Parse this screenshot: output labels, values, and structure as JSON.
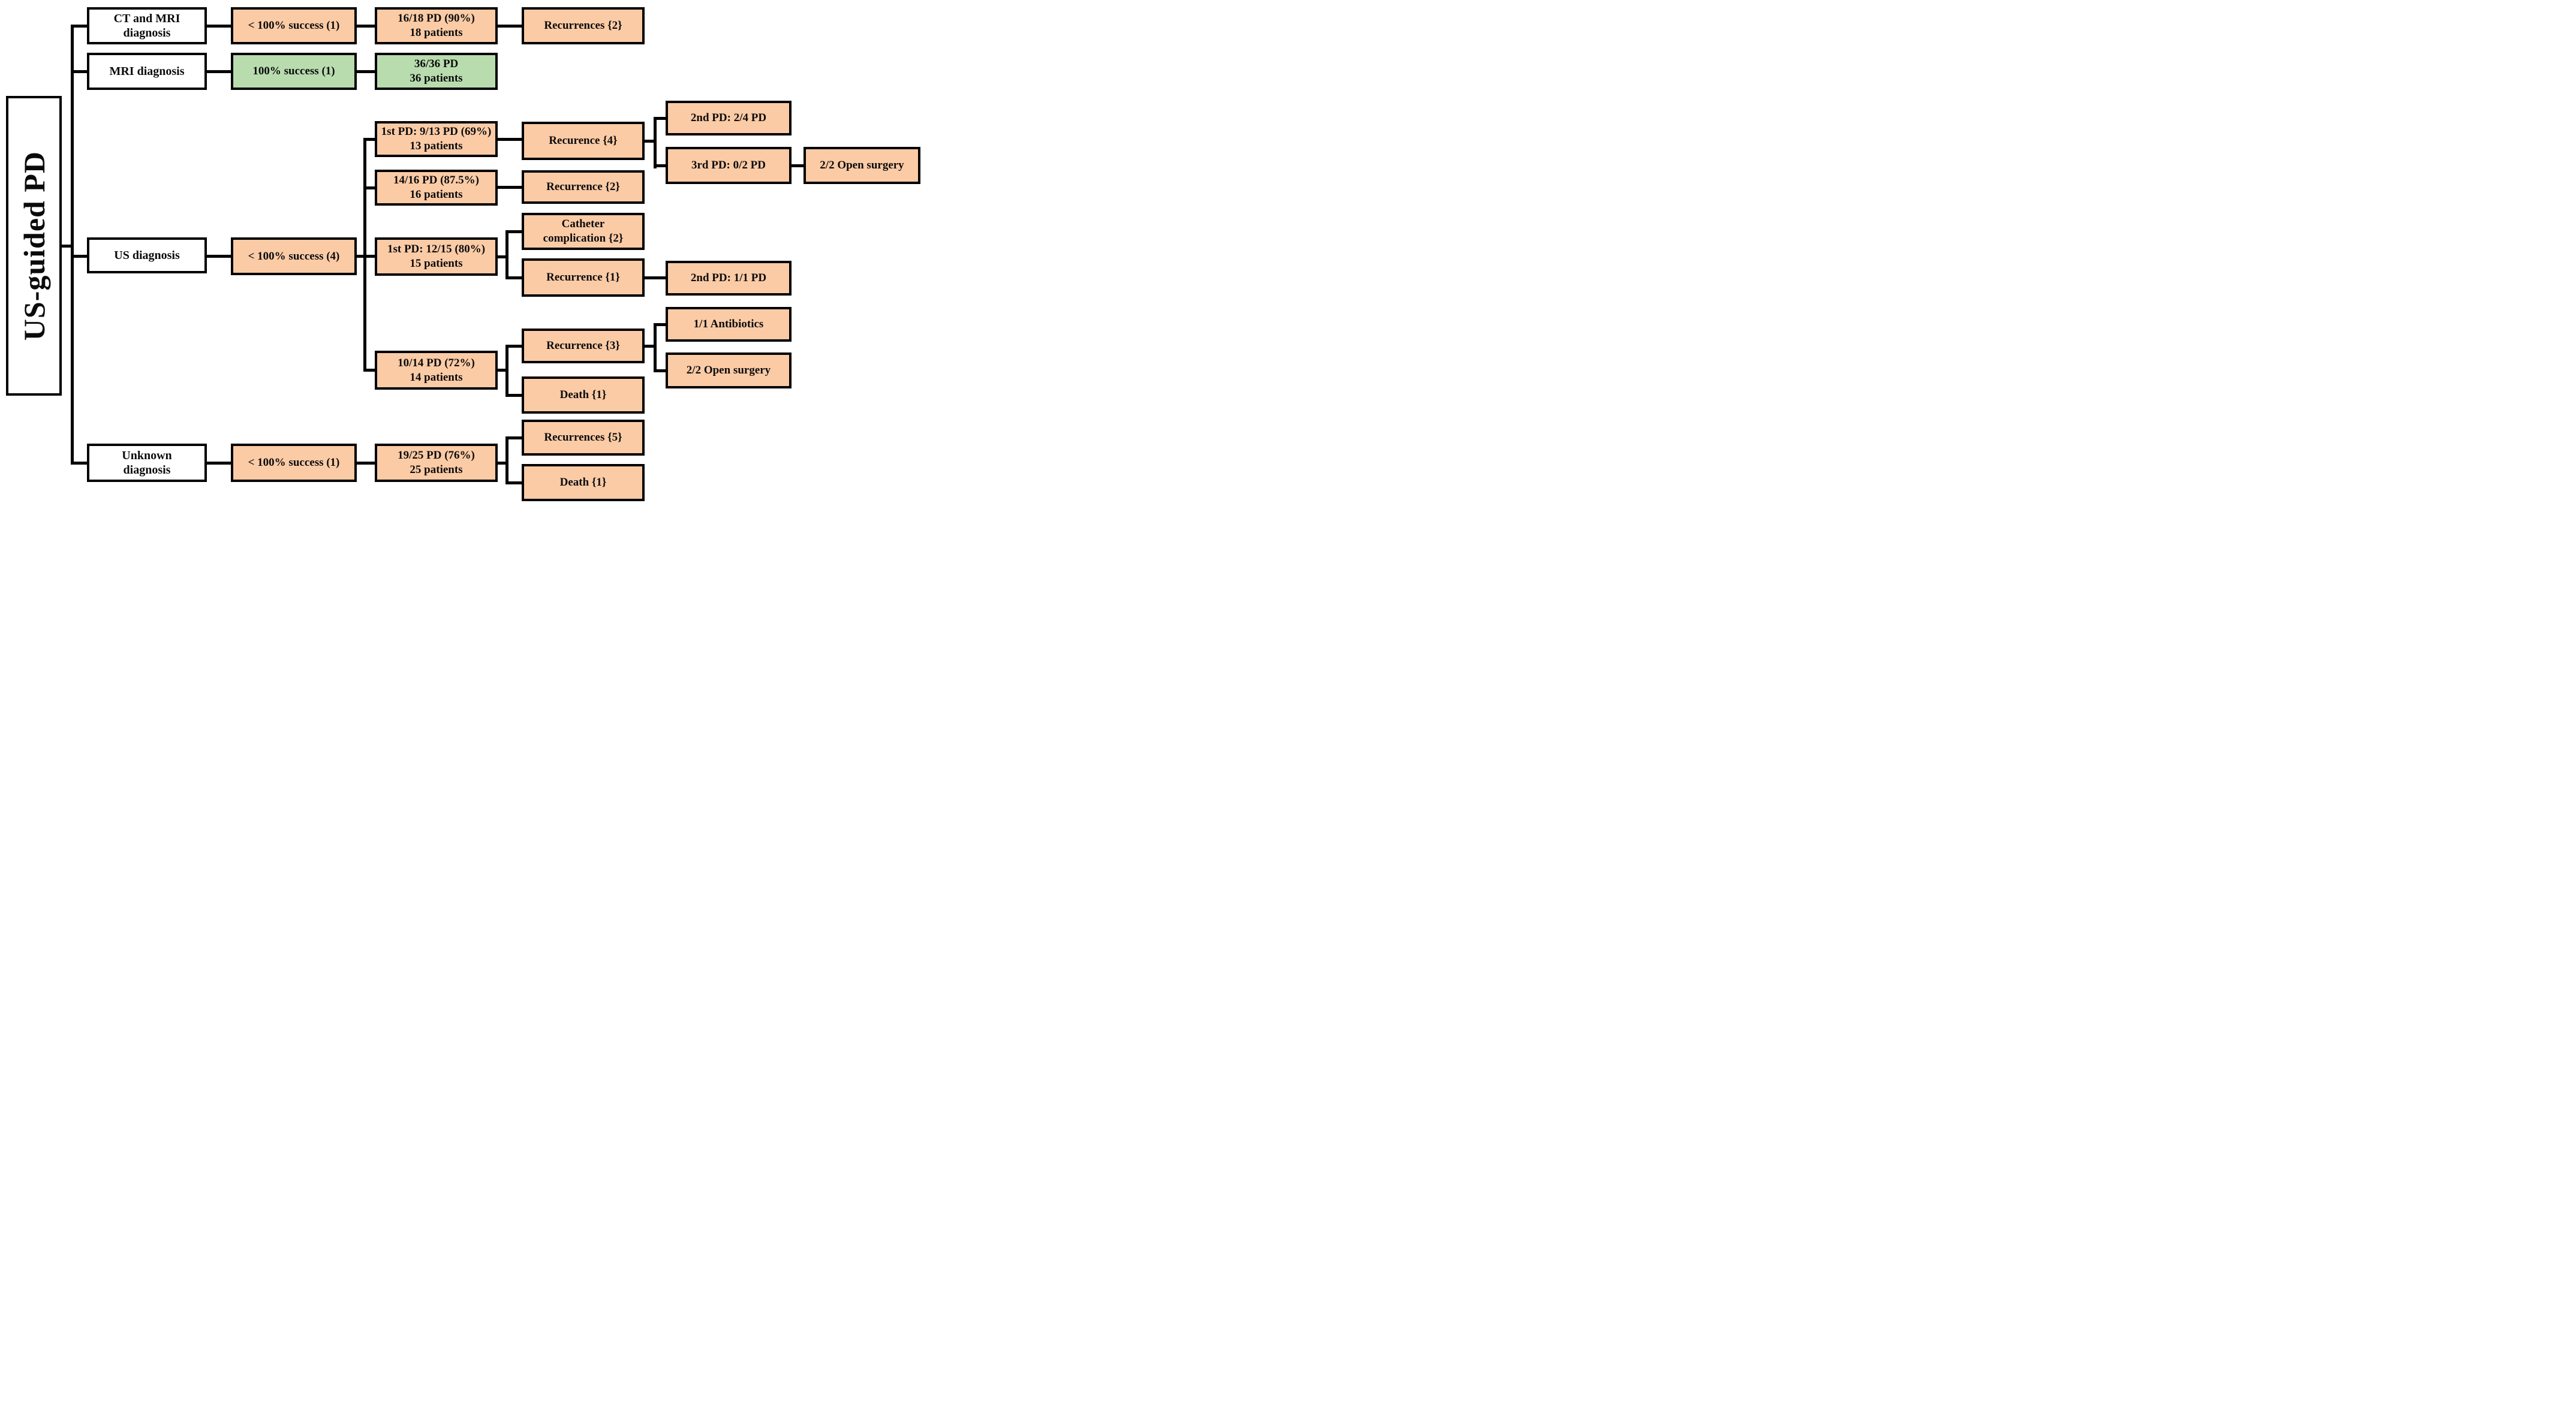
{
  "figure": {
    "root_label": "US-guided PD",
    "nodes": {
      "ct_mri": {
        "line1": "CT and MRI",
        "line2": "diagnosis"
      },
      "ct_success": {
        "label": "< 100% success (1)"
      },
      "ct_pd": {
        "line1": "16/18 PD (90%)",
        "line2": "18 patients"
      },
      "ct_rec": {
        "label": "Recurrences {2}"
      },
      "mri": {
        "label": "MRI diagnosis"
      },
      "mri_success": {
        "label": "100% success (1)"
      },
      "mri_pd": {
        "line1": "36/36 PD",
        "line2": "36 patients"
      },
      "us": {
        "label": "US diagnosis"
      },
      "us_success": {
        "label": "< 100% success (4)"
      },
      "us_a_pd": {
        "line1": "1st PD: 9/13 PD (69%)",
        "line2": "13 patients"
      },
      "us_a_rec": {
        "label": "Recurence {4}"
      },
      "us_a_2nd": {
        "label": "2nd PD: 2/4 PD"
      },
      "us_a_3rd": {
        "label": "3rd PD: 0/2 PD"
      },
      "us_a_surgery": {
        "label": "2/2 Open surgery"
      },
      "us_b_pd": {
        "line1": "14/16 PD (87.5%)",
        "line2": "16 patients"
      },
      "us_b_rec": {
        "label": "Recurrence {2}"
      },
      "us_c_pd": {
        "line1": "1st PD: 12/15 (80%)",
        "line2": "15 patients"
      },
      "us_c_cath": {
        "line1": "Catheter",
        "line2": "complication {2}"
      },
      "us_c_rec": {
        "label": "Recurrence {1}"
      },
      "us_c_2nd": {
        "label": "2nd PD: 1/1 PD"
      },
      "us_d_pd": {
        "line1": "10/14 PD (72%)",
        "line2": "14 patients"
      },
      "us_d_rec": {
        "label": "Recurrence {3}"
      },
      "us_d_abx": {
        "label": "1/1 Antibiotics"
      },
      "us_d_surgery": {
        "label": "2/2 Open surgery"
      },
      "us_d_death": {
        "label": "Death {1}"
      },
      "unk": {
        "line1": "Unknown",
        "line2": "diagnosis"
      },
      "unk_success": {
        "label": "< 100% success (1)"
      },
      "unk_pd": {
        "line1": "19/25 PD (76%)",
        "line2": "25 patients"
      },
      "unk_rec": {
        "label": "Recurrences {5}"
      },
      "unk_death": {
        "label": "Death {1}"
      }
    },
    "colors": {
      "failure_fill": "#FBCBA6",
      "success_fill": "#B9DCAE",
      "neutral_fill": "#FFFFFF",
      "line": "#000000"
    }
  }
}
